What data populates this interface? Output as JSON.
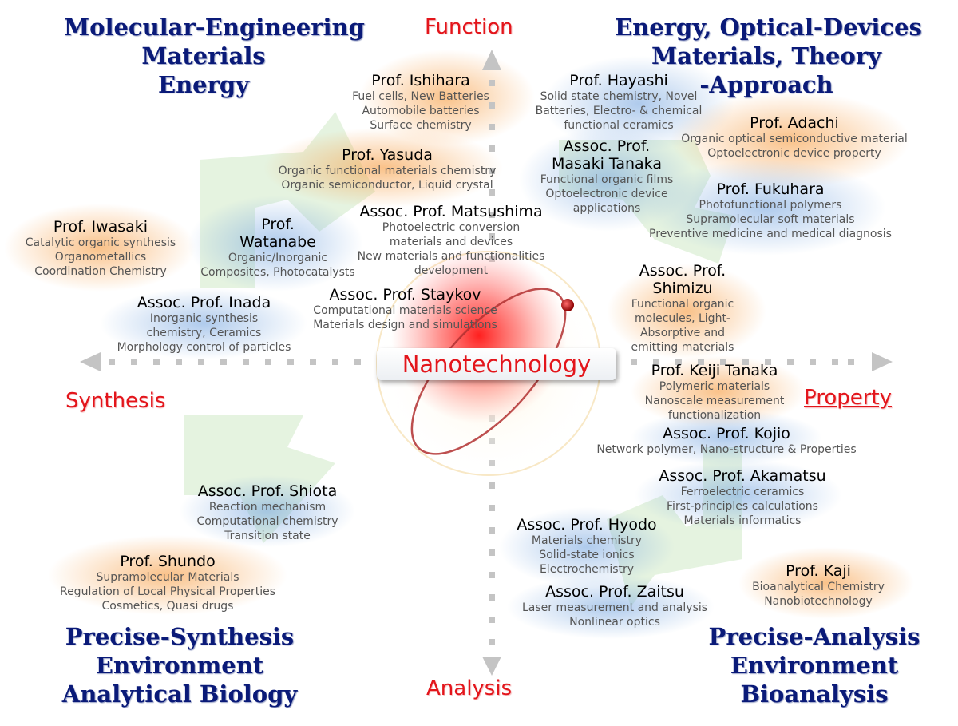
{
  "quadrants": {
    "top_left": [
      "Molecular-Engineering",
      "Materials",
      "Energy"
    ],
    "top_right": [
      "Energy, Optical-Devices",
      "Materials, Theory",
      "-Approach"
    ],
    "bottom_left": [
      "Precise-Synthesis",
      "Environment",
      "Analytical Biology"
    ],
    "bottom_right": [
      "Precise-Analysis",
      "Environment",
      "Bioanalysis"
    ]
  },
  "axes": {
    "top": "Function",
    "bottom": "Analysis",
    "left": "Synthesis",
    "right": "Property"
  },
  "center": "Nanotechnology",
  "colors": {
    "quadrant_text": "#0a1a78",
    "axis_text": "#e3151b",
    "center_glow": "#ff2020"
  },
  "professors": {
    "ishihara": {
      "name": [
        "Prof. Ishihara"
      ],
      "topics": [
        "Fuel cells, New Batteries",
        "Automobile batteries",
        "Surface chemistry"
      ]
    },
    "hayashi": {
      "name": [
        "Prof. Hayashi"
      ],
      "topics": [
        "Solid state chemistry, Novel",
        "Batteries, Electro- & chemical",
        "functional ceramics"
      ]
    },
    "adachi": {
      "name": [
        "Prof. Adachi"
      ],
      "topics": [
        "Organic optical semiconductive material",
        "Optoelectronic device property"
      ]
    },
    "yasuda": {
      "name": [
        "Prof. Yasuda"
      ],
      "topics": [
        "Organic functional materials chemistry",
        "Organic semiconductor, Liquid crystal"
      ]
    },
    "masaki_tanaka": {
      "name": [
        "Assoc. Prof.",
        "Masaki Tanaka"
      ],
      "topics": [
        "Functional organic films",
        "Optoelectronic device",
        "applications"
      ]
    },
    "fukuhara": {
      "name": [
        "Prof. Fukuhara"
      ],
      "topics": [
        "Photofunctional polymers",
        "Supramolecular soft materials",
        "Preventive medicine and medical diagnosis"
      ]
    },
    "iwasaki": {
      "name": [
        "Prof. Iwasaki"
      ],
      "topics": [
        "Catalytic organic synthesis",
        "Organometallics",
        "Coordination Chemistry"
      ]
    },
    "watanabe": {
      "name": [
        "Prof.",
        "Watanabe"
      ],
      "topics": [
        "Organic/Inorganic",
        "Composites, Photocatalysts"
      ]
    },
    "matsushima": {
      "name": [
        "Assoc. Prof. Matsushima"
      ],
      "topics": [
        "Photoelectric conversion",
        "materials and devices",
        "New materials and functionalities",
        "development"
      ]
    },
    "shimizu": {
      "name": [
        "Assoc. Prof.",
        "Shimizu"
      ],
      "topics": [
        "Functional organic",
        "molecules, Light-",
        "Absorptive and",
        "emitting materials"
      ]
    },
    "inada": {
      "name": [
        "Assoc. Prof. Inada"
      ],
      "topics": [
        "Inorganic synthesis",
        "chemistry, Ceramics",
        "Morphology control of particles"
      ]
    },
    "staykov": {
      "name": [
        "Assoc. Prof. Staykov"
      ],
      "topics": [
        "Computational materials science",
        "Materials design and simulations"
      ]
    },
    "keiji_tanaka": {
      "name": [
        "Prof. Keiji Tanaka"
      ],
      "topics": [
        "Polymeric materials",
        "Nanoscale measurement",
        "functionalization"
      ]
    },
    "kojio": {
      "name": [
        "Assoc. Prof. Kojio"
      ],
      "topics": [
        "Network polymer, Nano-structure & Properties"
      ]
    },
    "akamatsu": {
      "name": [
        "Assoc. Prof. Akamatsu"
      ],
      "topics": [
        "Ferroelectric ceramics",
        "First-principles calculations",
        "Materials informatics"
      ]
    },
    "shiota": {
      "name": [
        "Assoc. Prof. Shiota"
      ],
      "topics": [
        "Reaction mechanism",
        "Computational chemistry",
        "Transition state"
      ]
    },
    "hyodo": {
      "name": [
        "Assoc. Prof. Hyodo"
      ],
      "topics": [
        "Materials chemistry",
        "Solid-state ionics",
        "Electrochemistry"
      ]
    },
    "shundo": {
      "name": [
        "Prof. Shundo"
      ],
      "topics": [
        "Supramolecular Materials",
        "Regulation of Local Physical Properties",
        "Cosmetics, Quasi drugs"
      ]
    },
    "kaji": {
      "name": [
        "Prof. Kaji"
      ],
      "topics": [
        "Bioanalytical Chemistry",
        "Nanobiotechnology"
      ]
    },
    "zaitsu": {
      "name": [
        "Assoc. Prof. Zaitsu"
      ],
      "topics": [
        "Laser measurement and analysis",
        "Nonlinear optics"
      ]
    }
  }
}
